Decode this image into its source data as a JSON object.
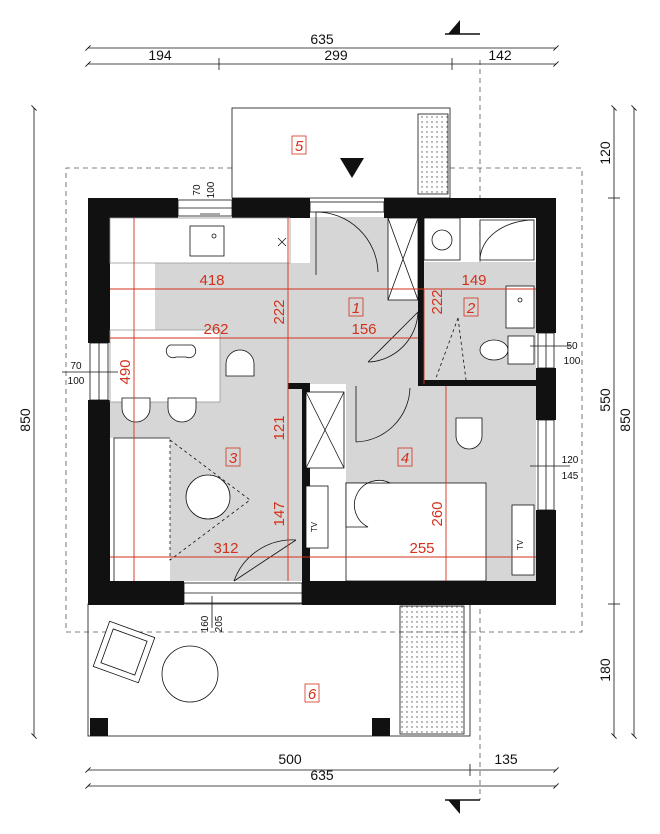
{
  "dimensions": {
    "top_total": "635",
    "top_segments": [
      "194",
      "299",
      "142"
    ],
    "bottom_segments": [
      "500",
      "135"
    ],
    "bottom_total": "635",
    "right_segments": [
      "120",
      "550",
      "180"
    ],
    "right_total": "850",
    "left_total": "850"
  },
  "openings": {
    "kitchen_window": [
      "70",
      "100"
    ],
    "left_window": [
      "70",
      "100"
    ],
    "bath_window": [
      "50",
      "100"
    ],
    "bedroom_window": [
      "120",
      "145"
    ],
    "terrace_door": [
      "160",
      "205"
    ]
  },
  "interior": {
    "d418": "418",
    "d149": "149",
    "d262": "262",
    "d156": "156",
    "d222a": "222",
    "d222b": "222",
    "d490": "490",
    "d121": "121",
    "d147": "147",
    "d260": "260",
    "d312": "312",
    "d255": "255"
  },
  "rooms": [
    "1",
    "2",
    "3",
    "4",
    "5",
    "6"
  ],
  "labels": {
    "tv": "TV"
  },
  "colors": {
    "wall": "#111111",
    "floor": "#d6d6d6",
    "dimension_red": "#d2311b"
  }
}
